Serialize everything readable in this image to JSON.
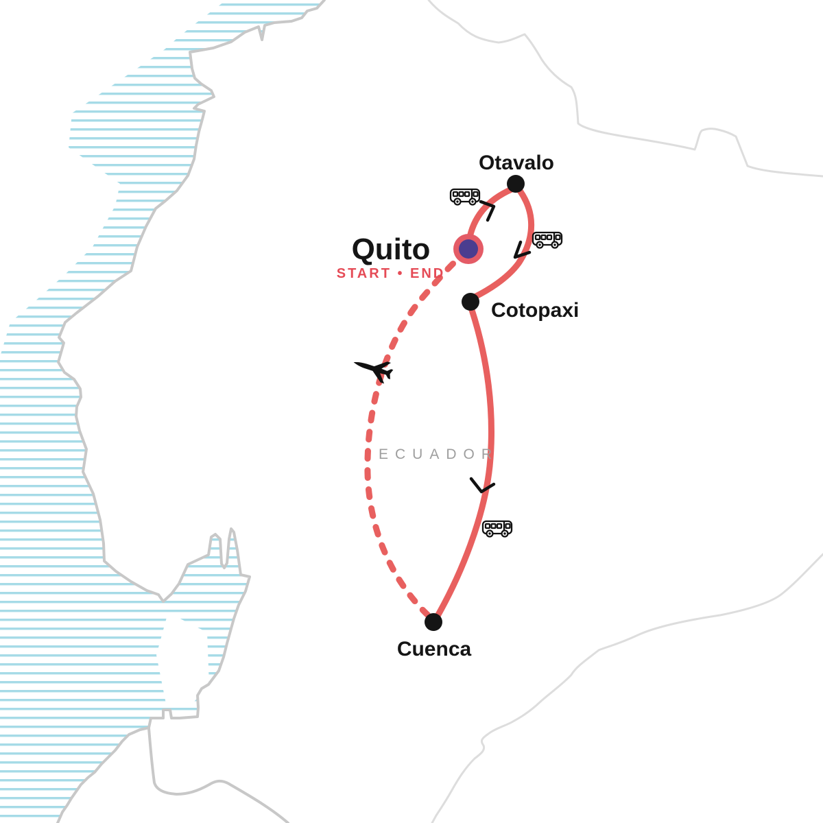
{
  "title": "Ecuador tour route map",
  "country": {
    "label": "ECUADOR"
  },
  "start": {
    "city": "Quito",
    "badge": "START • END"
  },
  "stops": [
    {
      "name": "Otavalo"
    },
    {
      "name": "Cotopaxi"
    },
    {
      "name": "Cuenca"
    }
  ],
  "route": {
    "segments": [
      {
        "from": "Quito",
        "to": "Otavalo",
        "mode": "bus",
        "style": "solid"
      },
      {
        "from": "Otavalo",
        "to": "Cotopaxi",
        "mode": "bus",
        "style": "solid"
      },
      {
        "from": "Cotopaxi",
        "to": "Cuenca",
        "mode": "bus",
        "style": "solid"
      },
      {
        "from": "Cuenca",
        "to": "Quito",
        "mode": "plane",
        "style": "dashed"
      }
    ]
  },
  "colors": {
    "route_red": "#E8605F",
    "badge_red": "#E54B56",
    "marker_purple": "#4A3D8F",
    "marker_ring_red": "#E45B66",
    "stop_dot_black": "#151515",
    "label_black": "#151515",
    "country_gray": "#9E9E9E",
    "coast_gray": "#C8C8C8",
    "border_gray": "#DDDDDD",
    "water_hatch_blue": "#A6DBE7",
    "background": "#FFFFFF"
  }
}
